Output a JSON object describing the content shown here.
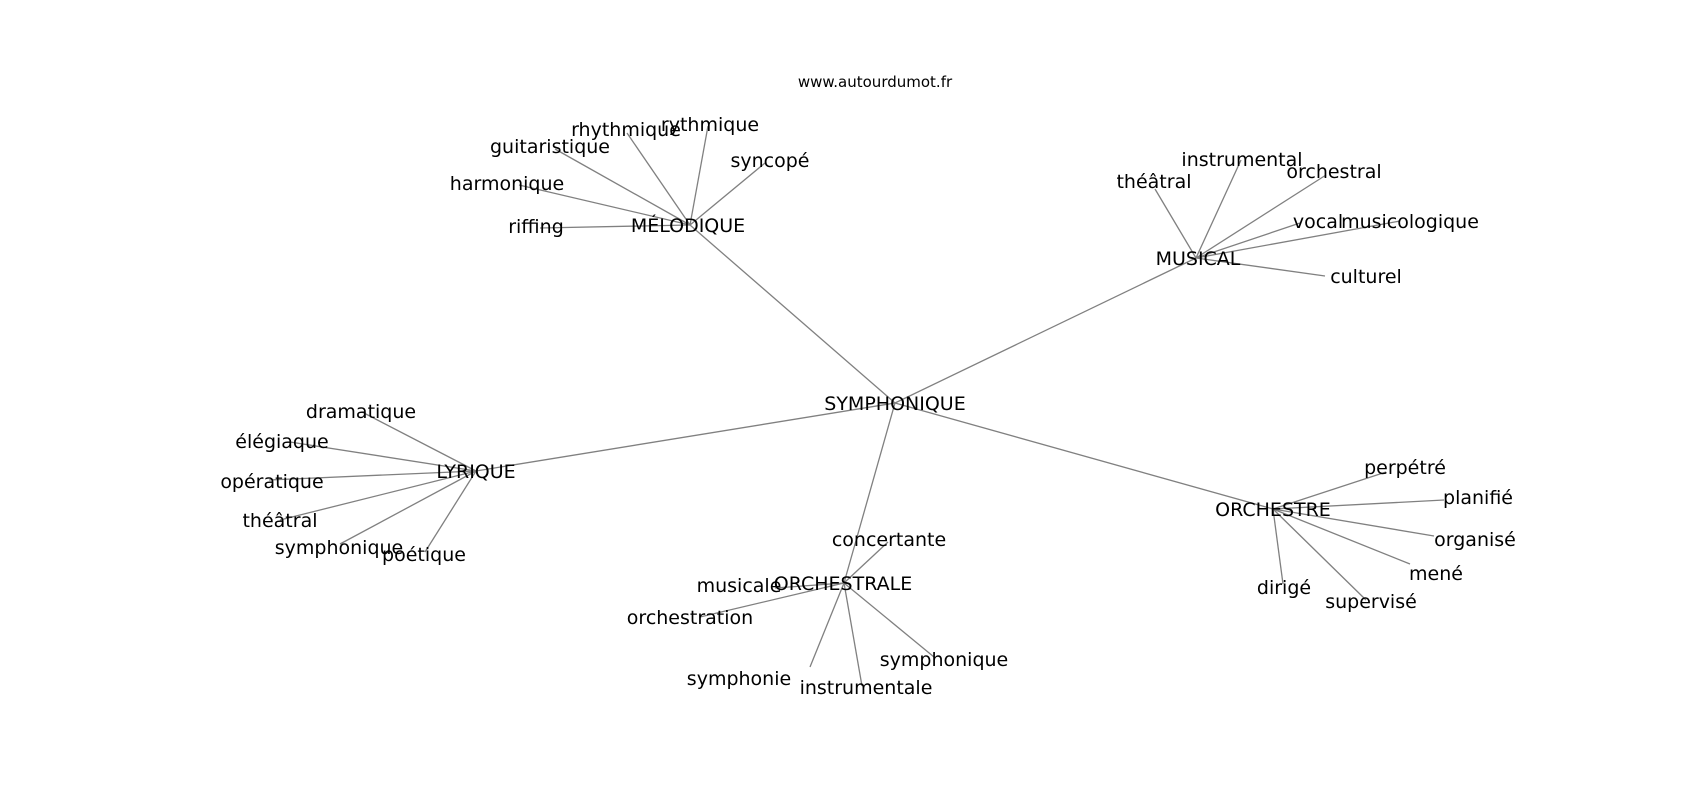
{
  "site": "www.autourdumot.fr",
  "graph": {
    "center": "SYMPHONIQUE",
    "hubs": [
      {
        "label": "MÉLODIQUE",
        "leaves": [
          "rythmique",
          "rhythmique",
          "guitaristique",
          "syncopé",
          "harmonique",
          "riffing"
        ]
      },
      {
        "label": "MUSICAL",
        "leaves": [
          "instrumental",
          "théâtral",
          "orchestral",
          "vocal",
          "musicologique",
          "culturel"
        ]
      },
      {
        "label": "LYRIQUE",
        "leaves": [
          "dramatique",
          "élégiaque",
          "opératique",
          "théâtral",
          "symphonique",
          "poétique"
        ]
      },
      {
        "label": "ORCHESTRALE",
        "leaves": [
          "concertante",
          "musicale",
          "orchestration",
          "symphonique",
          "symphonie",
          "instrumentale"
        ]
      },
      {
        "label": "ORCHESTRE",
        "leaves": [
          "perpétré",
          "planifié",
          "organisé",
          "mené",
          "dirigé",
          "supervisé"
        ]
      }
    ]
  }
}
